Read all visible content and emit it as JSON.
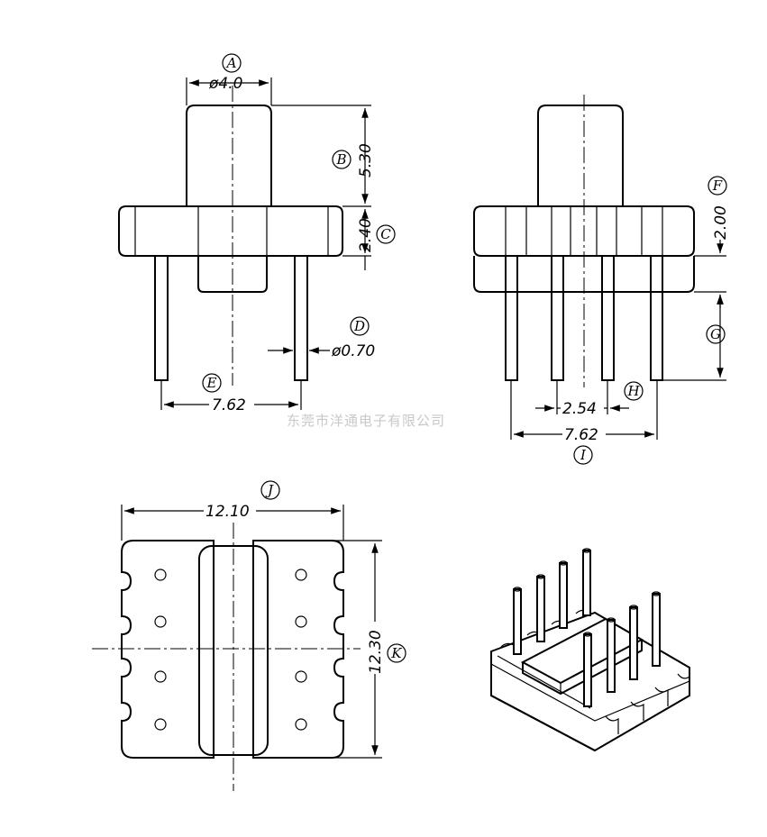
{
  "dimensions": {
    "a": "ø4.0",
    "b": "5.30",
    "c": "2.40",
    "d": "ø0.70",
    "e": "7.62",
    "f": "2.00",
    "h": "2.54",
    "i": "7.62",
    "j": "12.10",
    "k": "12.30"
  },
  "labels": {
    "a": "A",
    "b": "B",
    "c": "C",
    "d": "D",
    "e": "E",
    "f": "F",
    "g": "G",
    "h": "H",
    "i": "I",
    "j": "J",
    "k": "K"
  },
  "watermark": "东莞市洋通电子有限公司"
}
